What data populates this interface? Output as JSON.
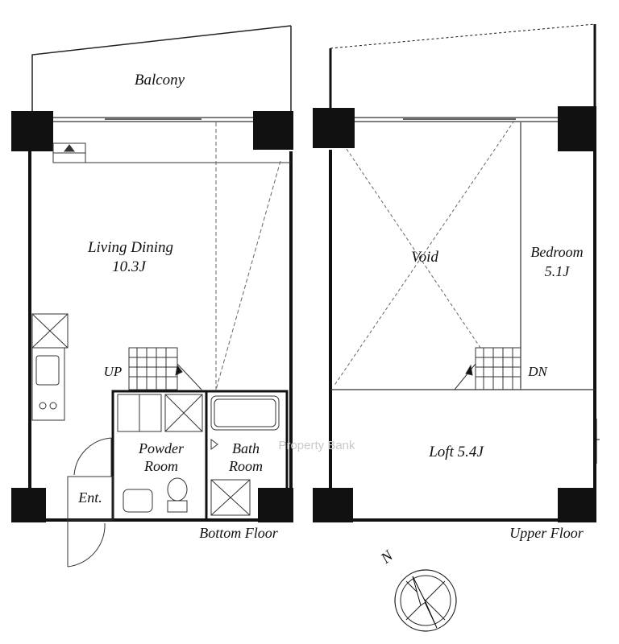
{
  "bottom_floor": {
    "caption": "Bottom Floor",
    "rooms": {
      "balcony": "Balcony",
      "living_dining_name": "Living Dining",
      "living_dining_size": "10.3J",
      "powder_line1": "Powder",
      "powder_line2": "Room",
      "bath_line1": "Bath",
      "bath_line2": "Room",
      "entrance": "Ent."
    },
    "stair_label": "UP"
  },
  "upper_floor": {
    "caption": "Upper Floor",
    "rooms": {
      "void": "Void",
      "bedroom_name": "Bedroom",
      "bedroom_size": "5.1J",
      "loft": "Loft 5.4J"
    },
    "stair_label": "DN"
  },
  "compass": {
    "north_label": "N"
  },
  "watermark": "Property Bank"
}
